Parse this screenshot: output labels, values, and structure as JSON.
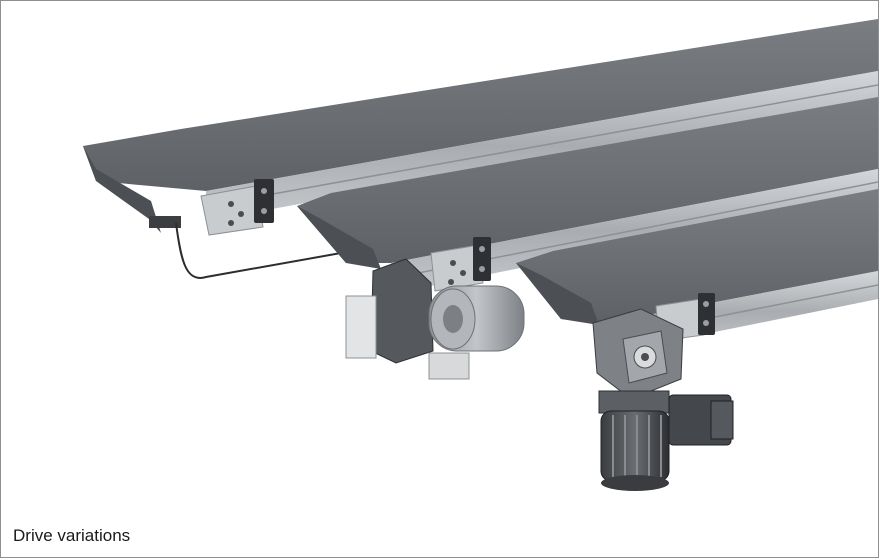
{
  "figure": {
    "caption": "Drive variations",
    "illustration_subject": "three parallel belt conveyors with different drive units",
    "conveyors": [
      {
        "name": "conveyor-1",
        "drive": "none"
      },
      {
        "name": "conveyor-2",
        "drive": "motor-with-side-gearbox"
      },
      {
        "name": "conveyor-3",
        "drive": "motor-with-bevel-gearbox"
      }
    ]
  },
  "colors": {
    "belt_top": "#6e7175",
    "belt_side": "#4c4f53",
    "rail": "#b7bbbf",
    "rail_dark": "#8d9196",
    "bracket": "#2e3033",
    "motor": "#9a9ea3",
    "frame": "#8a8f94"
  }
}
